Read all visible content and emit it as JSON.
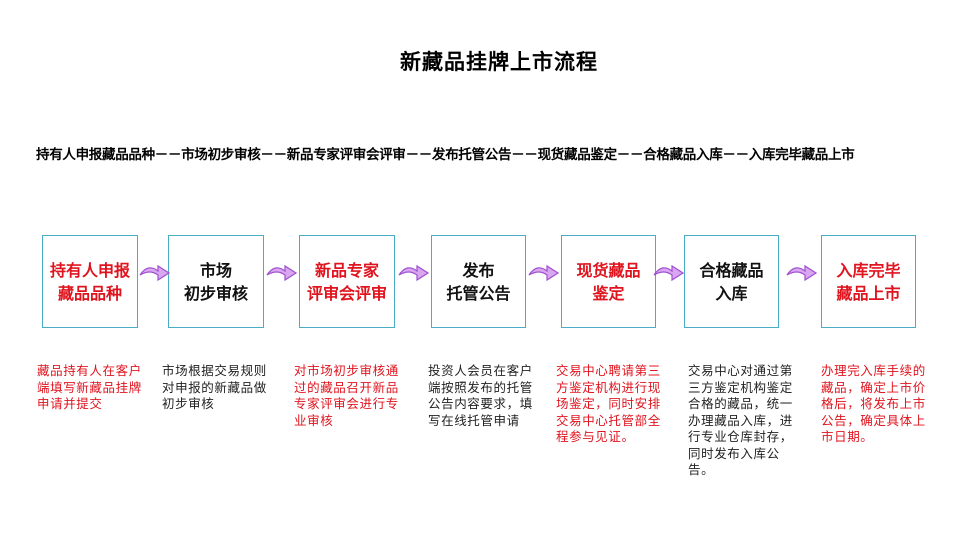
{
  "title": "新藏品挂牌上市流程",
  "summary": "持有人申报藏品品种－－市场初步审核－－新品专家评审会评审－－发布托管公告－－现货藏品鉴定－－合格藏品入库－－入库完毕藏品上市",
  "colors": {
    "accent_red": "#e0141e",
    "box_border": "#4bacc6",
    "arrow": "#c080e0"
  },
  "steps": [
    {
      "label": "持有人申报\n藏品品种",
      "tone": "red",
      "desc": "藏品持有人在客户端填写新藏品挂牌申请并提交"
    },
    {
      "label": "市场\n初步审核",
      "tone": "black",
      "desc": "市场根据交易规则对申报的新藏品做初步审核"
    },
    {
      "label": "新品专家\n评审会评审",
      "tone": "red",
      "desc": "对市场初步审核通过的藏品召开新品专家评审会进行专业审核"
    },
    {
      "label": "发布\n托管公告",
      "tone": "black",
      "desc": "投资人会员在客户端按照发布的托管公告内容要求，填写在线托管申请"
    },
    {
      "label": "现货藏品\n鉴定",
      "tone": "red",
      "desc": "交易中心聘请第三方鉴定机构进行现场鉴定，同时安排交易中心托管部全程参与见证。"
    },
    {
      "label": "合格藏品\n入库",
      "tone": "black",
      "desc": "交易中心对通过第三方鉴定机构鉴定合格的藏品，统一办理藏品入库，进行专业仓库封存，同时发布入库公告。"
    },
    {
      "label": "入库完毕\n藏品上市",
      "tone": "red",
      "desc": "办理完入库手续的藏品，确定上市价格后，将发布上市公告，确定具体上市日期。"
    }
  ]
}
